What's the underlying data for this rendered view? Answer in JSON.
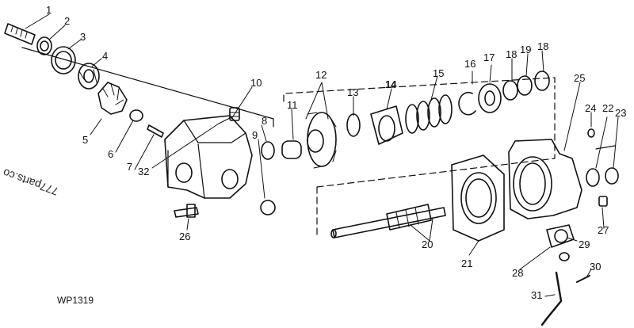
{
  "diagram": {
    "figure_code": "WP1319",
    "watermark": "777parts.co",
    "watermark_right": "777",
    "callouts": {
      "c1": "1",
      "c2": "2",
      "c3": "3",
      "c4": "4",
      "c5": "5",
      "c6": "6",
      "c7": "7",
      "c8": "8",
      "c9": "9",
      "c10": "10",
      "c11": "11",
      "c12": "12",
      "c13": "13",
      "c14": "14",
      "c15": "15",
      "c16": "16",
      "c17": "17",
      "c18a": "18",
      "c18b": "18",
      "c19": "19",
      "c20": "20",
      "c21": "21",
      "c22": "22",
      "c23": "23",
      "c24": "24",
      "c25": "25",
      "c26": "26",
      "c27": "27",
      "c28": "28",
      "c29": "29",
      "c30": "30",
      "c31": "31",
      "c32": "32"
    }
  }
}
